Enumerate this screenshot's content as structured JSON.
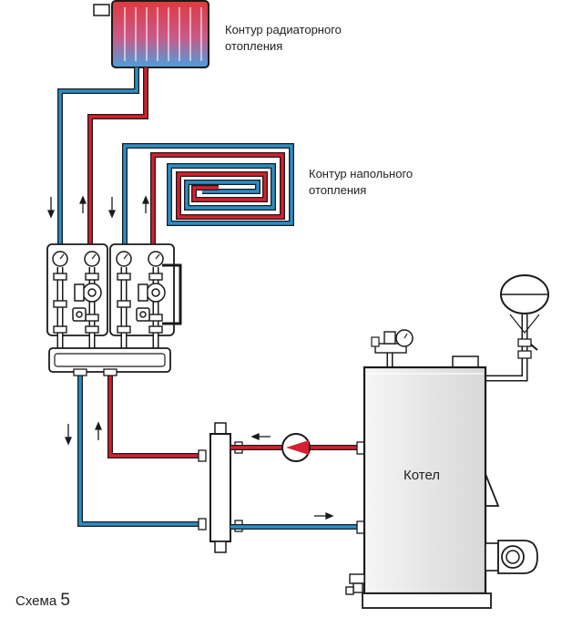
{
  "labels": {
    "radiator_line1": "Контур радиаторного",
    "radiator_line2": "отопления",
    "floor_line1": "Контур напольного",
    "floor_line2": "отопления",
    "boiler": "Котел",
    "scheme_word": "Схема",
    "scheme_number": "5"
  },
  "colors": {
    "supply": "#d6202f",
    "return": "#2b8fc7",
    "outline": "#1a1a1a",
    "boiler_fill": "#e9e9e9",
    "radiator_top": "#e0393e",
    "radiator_bottom": "#4aa0db"
  },
  "components": {
    "radiator": "radiator-icon",
    "floor_coil": "underfloor-coil-icon",
    "manifold": "pump-group-icon",
    "separator": "hydraulic-separator-icon",
    "pump": "circulation-pump-icon",
    "expansion_tank": "expansion-tank-icon",
    "boiler": "boiler-icon",
    "burner": "burner-icon"
  }
}
